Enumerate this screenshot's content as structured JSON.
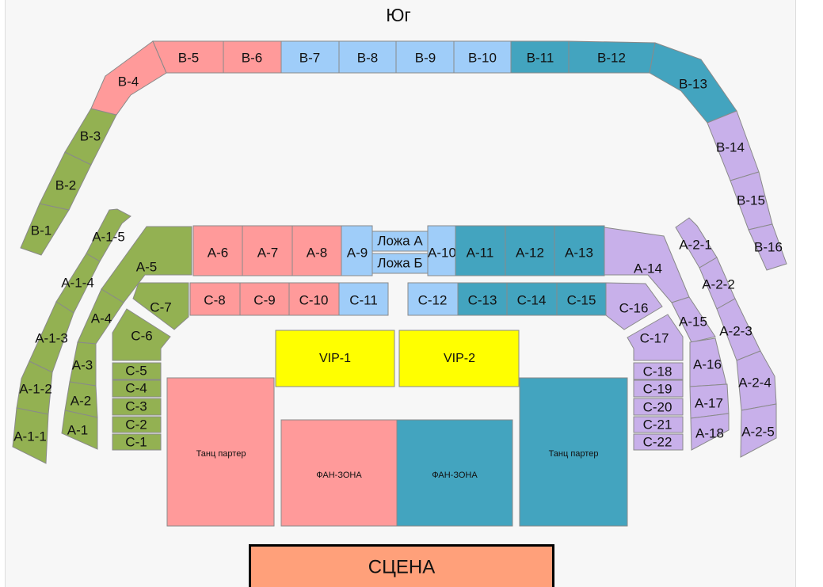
{
  "title": "Юг",
  "colors": {
    "pink": "#ff9a9a",
    "lightblue": "#9fcdf9",
    "teal": "#43a4bf",
    "green": "#93b152",
    "lavender": "#c8b0ea",
    "yellow": "#ffff00",
    "stage": "#ffa07a"
  },
  "sections": [
    {
      "label": "B-1",
      "zone": "green"
    },
    {
      "label": "B-2",
      "zone": "green"
    },
    {
      "label": "B-3",
      "zone": "green"
    },
    {
      "label": "B-4",
      "zone": "pink"
    },
    {
      "label": "B-5",
      "zone": "pink"
    },
    {
      "label": "B-6",
      "zone": "pink"
    },
    {
      "label": "B-7",
      "zone": "lightblue"
    },
    {
      "label": "B-8",
      "zone": "lightblue"
    },
    {
      "label": "B-9",
      "zone": "lightblue"
    },
    {
      "label": "B-10",
      "zone": "lightblue"
    },
    {
      "label": "B-11",
      "zone": "teal"
    },
    {
      "label": "B-12",
      "zone": "teal"
    },
    {
      "label": "B-13",
      "zone": "teal"
    },
    {
      "label": "B-14",
      "zone": "lavender"
    },
    {
      "label": "B-15",
      "zone": "lavender"
    },
    {
      "label": "B-16",
      "zone": "lavender"
    },
    {
      "label": "A-1-5",
      "zone": "green"
    },
    {
      "label": "A-1-4",
      "zone": "green"
    },
    {
      "label": "A-1-3",
      "zone": "green"
    },
    {
      "label": "A-1-2",
      "zone": "green"
    },
    {
      "label": "A-1-1",
      "zone": "green"
    },
    {
      "label": "A-5",
      "zone": "green"
    },
    {
      "label": "A-4",
      "zone": "green"
    },
    {
      "label": "A-3",
      "zone": "green"
    },
    {
      "label": "A-2",
      "zone": "green"
    },
    {
      "label": "A-1",
      "zone": "green"
    },
    {
      "label": "C-7",
      "zone": "green"
    },
    {
      "label": "C-6",
      "zone": "green"
    },
    {
      "label": "C-5",
      "zone": "green"
    },
    {
      "label": "C-4",
      "zone": "green"
    },
    {
      "label": "C-3",
      "zone": "green"
    },
    {
      "label": "C-2",
      "zone": "green"
    },
    {
      "label": "C-1",
      "zone": "green"
    },
    {
      "label": "A-6",
      "zone": "pink"
    },
    {
      "label": "A-7",
      "zone": "pink"
    },
    {
      "label": "A-8",
      "zone": "pink"
    },
    {
      "label": "A-9",
      "zone": "lightblue"
    },
    {
      "label": "Ложа А",
      "zone": "lightblue"
    },
    {
      "label": "Ложа Б",
      "zone": "lightblue"
    },
    {
      "label": "A-10",
      "zone": "lightblue"
    },
    {
      "label": "A-11",
      "zone": "teal"
    },
    {
      "label": "A-12",
      "zone": "teal"
    },
    {
      "label": "A-13",
      "zone": "teal"
    },
    {
      "label": "A-14",
      "zone": "lavender"
    },
    {
      "label": "A-15",
      "zone": "lavender"
    },
    {
      "label": "C-8",
      "zone": "pink"
    },
    {
      "label": "C-9",
      "zone": "pink"
    },
    {
      "label": "C-10",
      "zone": "pink"
    },
    {
      "label": "C-11",
      "zone": "lightblue"
    },
    {
      "label": "C-12",
      "zone": "lightblue"
    },
    {
      "label": "C-13",
      "zone": "teal"
    },
    {
      "label": "C-14",
      "zone": "teal"
    },
    {
      "label": "C-15",
      "zone": "teal"
    },
    {
      "label": "C-16",
      "zone": "lavender"
    },
    {
      "label": "C-17",
      "zone": "lavender"
    },
    {
      "label": "C-18",
      "zone": "lavender"
    },
    {
      "label": "C-19",
      "zone": "lavender"
    },
    {
      "label": "C-20",
      "zone": "lavender"
    },
    {
      "label": "C-21",
      "zone": "lavender"
    },
    {
      "label": "C-22",
      "zone": "lavender"
    },
    {
      "label": "A-16",
      "zone": "lavender"
    },
    {
      "label": "A-17",
      "zone": "lavender"
    },
    {
      "label": "A-18",
      "zone": "lavender"
    },
    {
      "label": "A-2-1",
      "zone": "lavender"
    },
    {
      "label": "A-2-2",
      "zone": "lavender"
    },
    {
      "label": "A-2-3",
      "zone": "lavender"
    },
    {
      "label": "A-2-4",
      "zone": "lavender"
    },
    {
      "label": "A-2-5",
      "zone": "lavender"
    },
    {
      "label": "VIP-1",
      "zone": "yellow"
    },
    {
      "label": "VIP-2",
      "zone": "yellow"
    },
    {
      "label": "Танц партер",
      "zone": "pink"
    },
    {
      "label": "Танц партер",
      "zone": "teal"
    },
    {
      "label": "ФАН-ЗОНА",
      "zone": "pink"
    },
    {
      "label": "ФАН-ЗОНА",
      "zone": "teal"
    }
  ],
  "stage": {
    "label": "СЦЕНА"
  }
}
